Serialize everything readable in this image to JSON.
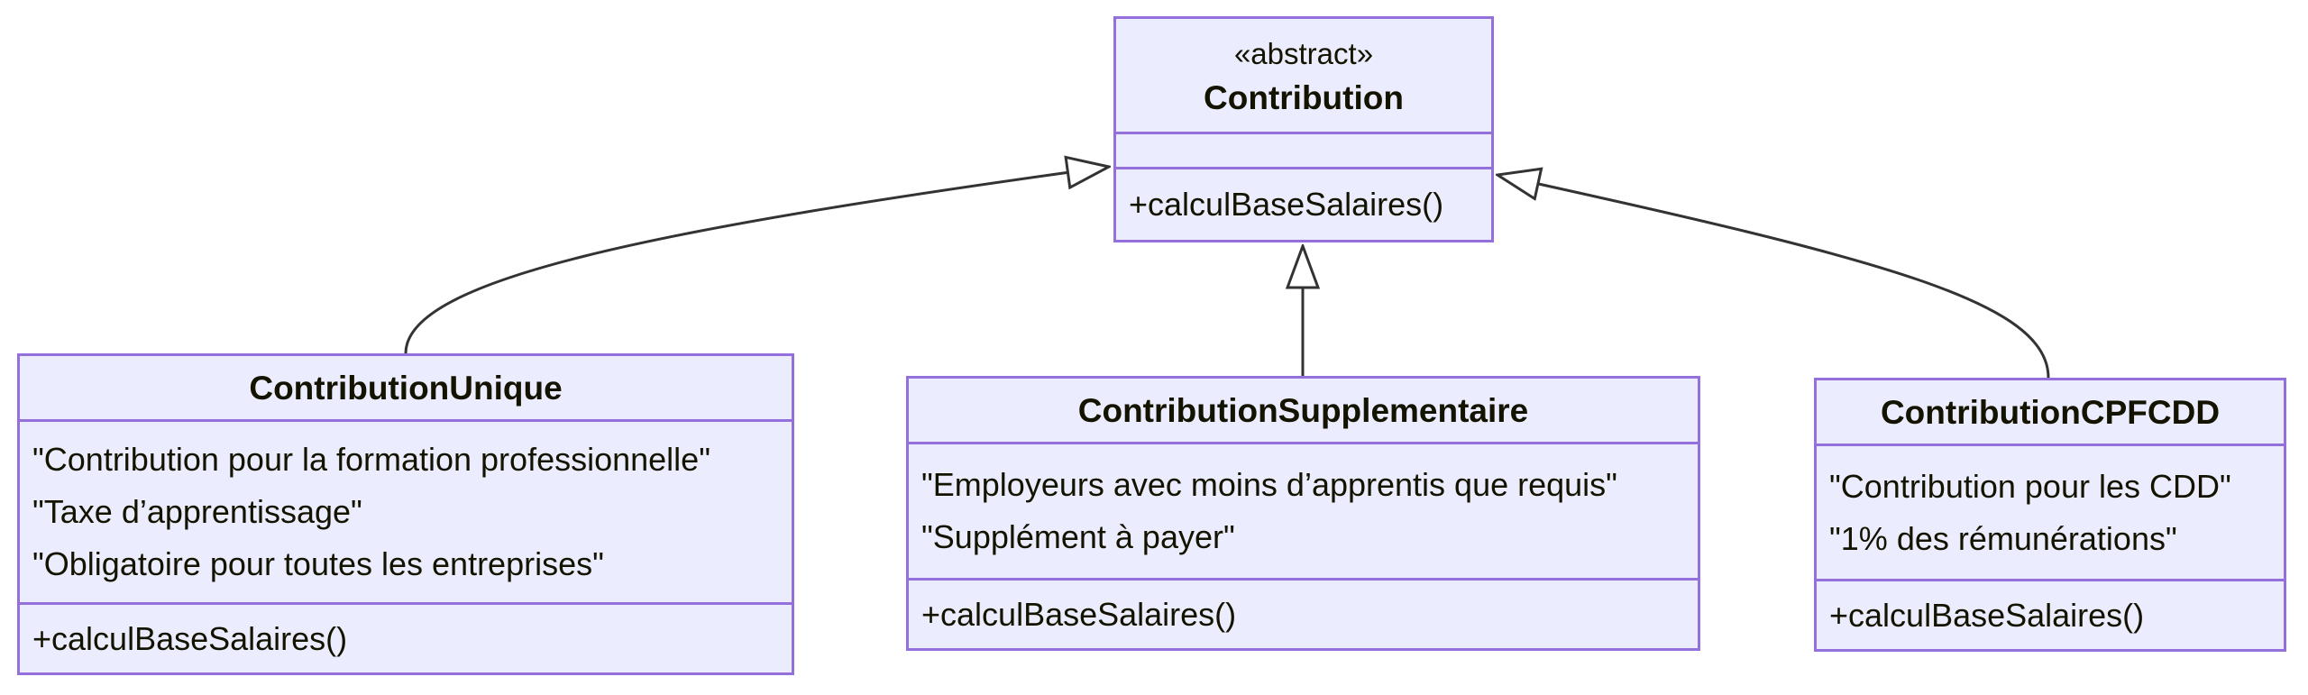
{
  "diagram": {
    "type": "uml-class-diagram",
    "colors": {
      "class_fill": "#ECECFF",
      "class_border": "#9370DB",
      "relation_line": "#333333",
      "text": "#131300",
      "background": "#ffffff"
    },
    "classes": [
      {
        "id": "contribution",
        "stereotype": "«abstract»",
        "name": "Contribution",
        "attributes": [],
        "methods": [
          "+calculBaseSalaires()"
        ]
      },
      {
        "id": "contribution-unique",
        "name": "ContributionUnique",
        "attributes": [
          "\"Contribution pour la formation professionnelle\"",
          "\"Taxe d’apprentissage\"",
          "\"Obligatoire pour toutes les entreprises\""
        ],
        "methods": [
          "+calculBaseSalaires()"
        ]
      },
      {
        "id": "contribution-supplementaire",
        "name": "ContributionSupplementaire",
        "attributes": [
          "\"Employeurs avec moins d’apprentis que requis\"",
          "\"Supplément à payer\""
        ],
        "methods": [
          "+calculBaseSalaires()"
        ]
      },
      {
        "id": "contribution-cpfcdd",
        "name": "ContributionCPFCDD",
        "attributes": [
          "\"Contribution pour les CDD\"",
          "\"1% des rémunérations\""
        ],
        "methods": [
          "+calculBaseSalaires()"
        ]
      }
    ],
    "relations": [
      {
        "from": "ContributionUnique",
        "to": "Contribution",
        "type": "inheritance"
      },
      {
        "from": "ContributionSupplementaire",
        "to": "Contribution",
        "type": "inheritance"
      },
      {
        "from": "ContributionCPFCDD",
        "to": "Contribution",
        "type": "inheritance"
      }
    ]
  }
}
